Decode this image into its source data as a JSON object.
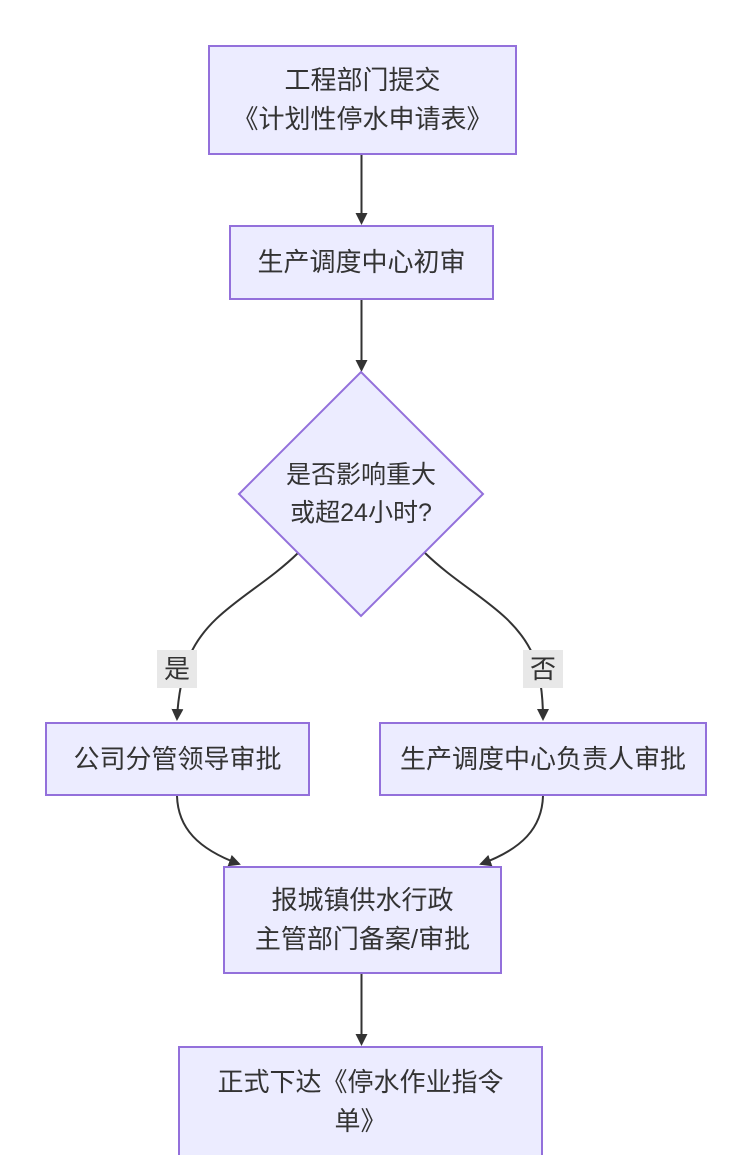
{
  "diagram": {
    "type": "flowchart",
    "nodes": [
      {
        "id": "engineering-submit",
        "lines": [
          "工程部门提交",
          "《计划性停水申请表》"
        ]
      },
      {
        "id": "dispatch-initial-review",
        "lines": [
          "生产调度中心初审"
        ]
      },
      {
        "id": "decision-major-impact",
        "lines": [
          "是否影响重大",
          "或超24小时?"
        ]
      },
      {
        "id": "company-leader-approval",
        "lines": [
          "公司分管领导审批"
        ]
      },
      {
        "id": "dispatch-head-approval",
        "lines": [
          "生产调度中心负责人审批"
        ]
      },
      {
        "id": "report-authority",
        "lines": [
          "报城镇供水行政",
          "主管部门备案/审批"
        ]
      },
      {
        "id": "issue-order",
        "lines": [
          "正式下达《停水作业指令",
          "单》"
        ]
      }
    ],
    "edge_labels": {
      "yes": "是",
      "no": "否"
    },
    "colors": {
      "node_fill": "#ECECFF",
      "node_border": "#9370DB",
      "edge": "#333333",
      "edge_label_bg": "#e8e8e8",
      "text": "#333333",
      "background": "#ffffff"
    }
  }
}
